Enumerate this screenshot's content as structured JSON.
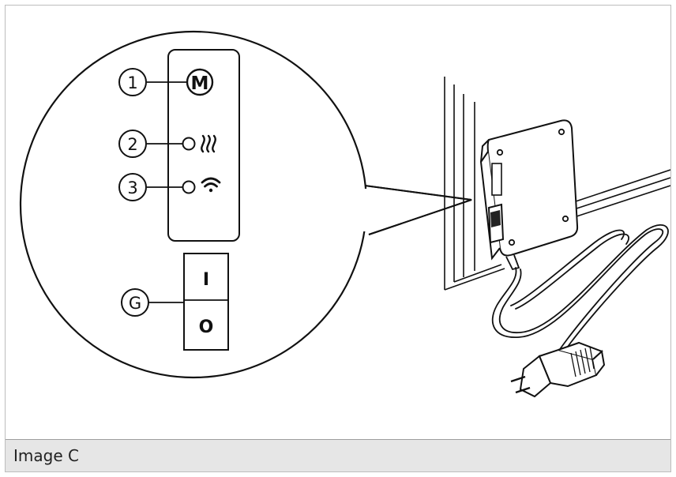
{
  "callouts": {
    "c1": "1",
    "c2": "2",
    "c3": "3",
    "cg": "G"
  },
  "panel": {
    "mode_button": "M"
  },
  "switch": {
    "on_label": "I",
    "off_label": "O"
  },
  "caption": {
    "text": "Image C"
  },
  "colors": {
    "line": "#111111",
    "caption_bg": "#e6e6e6",
    "frame": "#bdbdbd"
  }
}
